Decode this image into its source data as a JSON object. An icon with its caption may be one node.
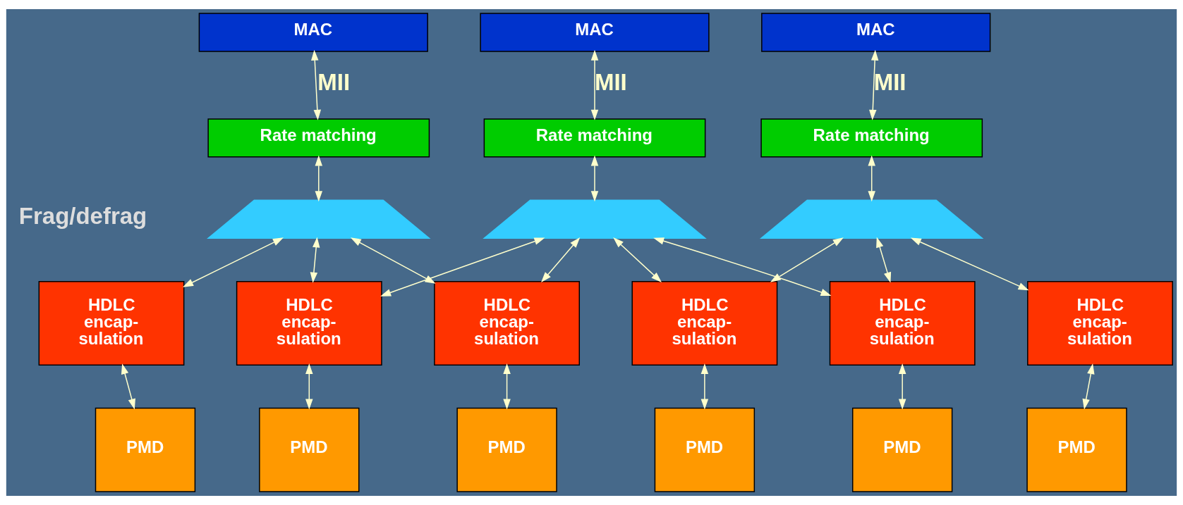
{
  "diagram": {
    "nodes": [
      {
        "text": [
          "MAC"
        ]
      },
      {
        "text": [
          "MAC"
        ]
      },
      {
        "text": [
          "MAC"
        ]
      },
      {
        "text": [
          "Rate matching"
        ]
      },
      {
        "text": [
          "Rate matching"
        ]
      },
      {
        "text": [
          "Rate matching"
        ]
      },
      {
        "text": [],
        "shape": "trapezoid"
      },
      {
        "text": [],
        "shape": "trapezoid"
      },
      {
        "text": [],
        "shape": "trapezoid"
      },
      {
        "text": [
          "HDLC encap- sulation"
        ]
      },
      {
        "text": [
          "HDLC encap- sulation"
        ]
      },
      {
        "text": [
          "HDLC encap- sulation"
        ]
      },
      {
        "text": [
          "HDLC encap- sulation"
        ]
      },
      {
        "text": [
          "HDLC encap- sulation"
        ]
      },
      {
        "text": [
          "HDLC encap- sulation"
        ]
      },
      {
        "text": [
          "PMD"
        ]
      },
      {
        "text": [
          "PMD"
        ]
      },
      {
        "text": [
          "PMD"
        ]
      },
      {
        "text": [
          "PMD"
        ]
      },
      {
        "text": [
          "PMD"
        ]
      },
      {
        "text": [
          "PMD"
        ]
      }
    ],
    "edges": [
      {
        "from": 0,
        "to": 3,
        "arrow": "both",
        "label": "MII"
      },
      {
        "from": 1,
        "to": 4,
        "arrow": "both",
        "label": "MII"
      },
      {
        "from": 2,
        "to": 5,
        "arrow": "both",
        "label": "MII"
      },
      {
        "from": 3,
        "to": 6,
        "arrow": "both"
      },
      {
        "from": 4,
        "to": 7,
        "arrow": "both"
      },
      {
        "from": 5,
        "to": 8,
        "arrow": "both"
      },
      {
        "from": 6,
        "to": 9,
        "arrow": "both"
      },
      {
        "from": 6,
        "to": 10,
        "arrow": "both"
      },
      {
        "from": 6,
        "to": 11,
        "arrow": "both"
      },
      {
        "from": 7,
        "to": 10,
        "arrow": "both"
      },
      {
        "from": 7,
        "to": 11,
        "arrow": "both"
      },
      {
        "from": 7,
        "to": 12,
        "arrow": "both"
      },
      {
        "from": 7,
        "to": 13,
        "arrow": "both"
      },
      {
        "from": 8,
        "to": 12,
        "arrow": "both"
      },
      {
        "from": 8,
        "to": 13,
        "arrow": "both"
      },
      {
        "from": 8,
        "to": 14,
        "arrow": "both"
      },
      {
        "from": 9,
        "to": 15,
        "arrow": "both"
      },
      {
        "from": 10,
        "to": 16,
        "arrow": "both"
      },
      {
        "from": 11,
        "to": 17,
        "arrow": "both"
      },
      {
        "from": 12,
        "to": 18,
        "arrow": "both"
      },
      {
        "from": 13,
        "to": 19,
        "arrow": "both"
      },
      {
        "from": 14,
        "to": 20,
        "arrow": "both"
      }
    ],
    "labels": [
      "Frag/defrag"
    ]
  }
}
